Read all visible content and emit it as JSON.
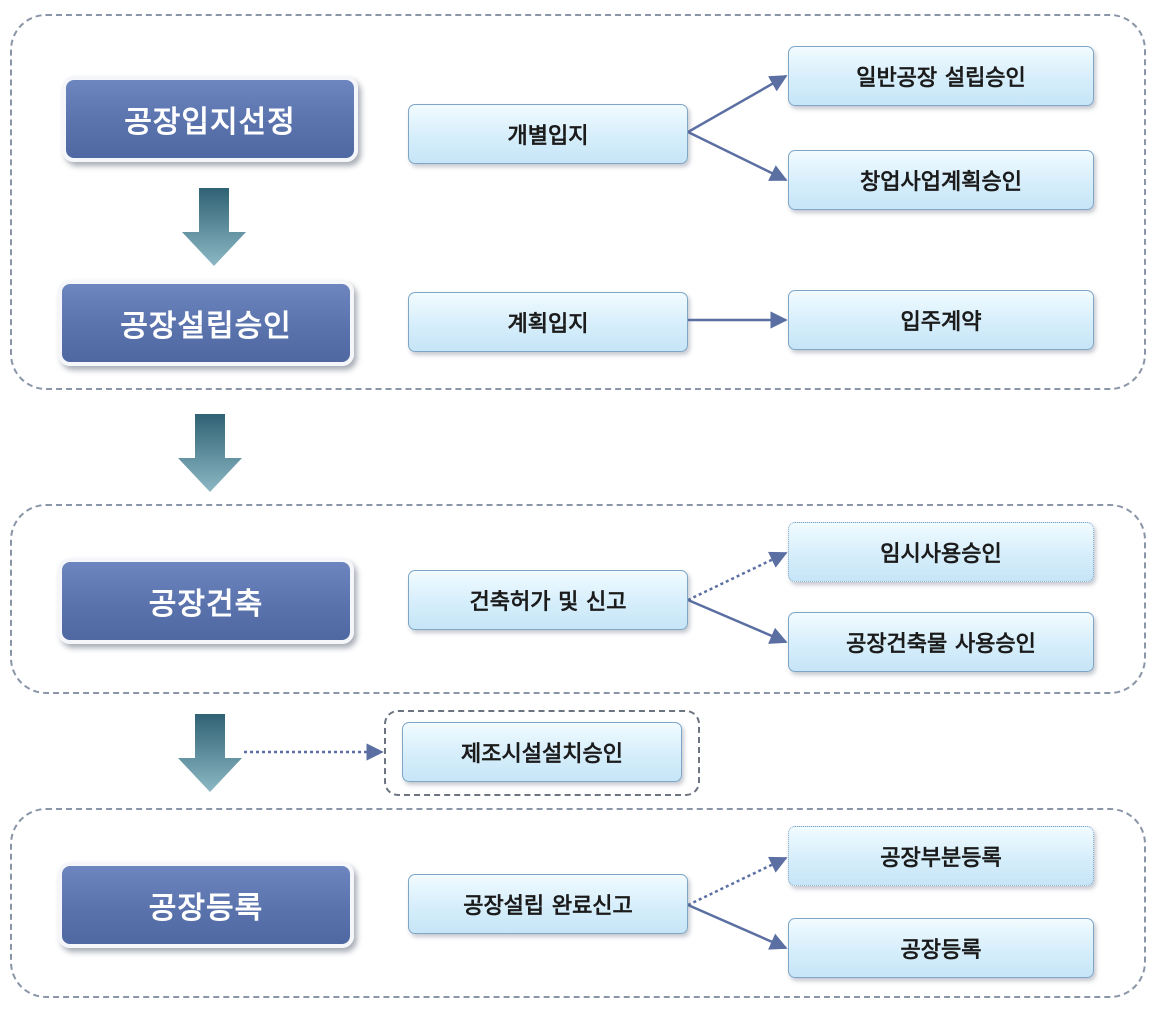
{
  "stages": [
    {
      "id": "site_selection",
      "label": "공장입지선정"
    },
    {
      "id": "establishment_approval",
      "label": "공장설립승인"
    },
    {
      "id": "construction",
      "label": "공장건축"
    },
    {
      "id": "registration",
      "label": "공장등록"
    }
  ],
  "site": {
    "individual": {
      "label": "개별입지",
      "outcomes": [
        "일반공장 설립승인",
        "창업사업계획승인"
      ]
    },
    "planned": {
      "label": "계획입지",
      "outcome": "입주계약"
    }
  },
  "construction": {
    "process": "건축허가 및 신고",
    "outcomes": [
      "임시사용승인",
      "공장건축물 사용승인"
    ]
  },
  "manufacturing_facility": "제조시설설치승인",
  "registration": {
    "process": "공장설립 완료신고",
    "outcomes": [
      "공장부분등록",
      "공장등록"
    ]
  },
  "colors": {
    "stage_fill": "#5a73ad",
    "box_fill": "#d6eefb",
    "connector": "#5b6fa3",
    "down_arrow": "#3f7282",
    "group_border": "#8a95a8"
  }
}
